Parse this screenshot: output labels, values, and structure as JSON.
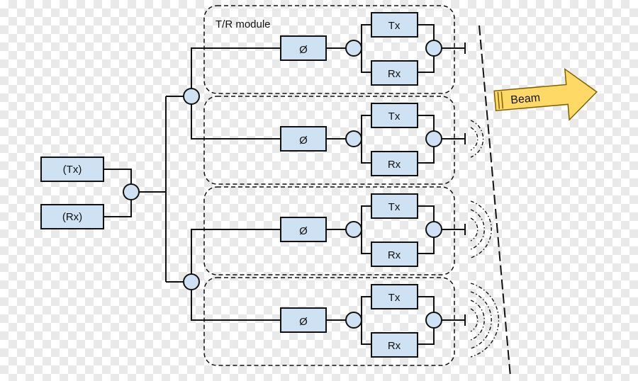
{
  "diagram": {
    "main_tx_label": "(Tx)",
    "main_rx_label": "(Rx)",
    "module_label": "T/R module",
    "phase_shifter_symbol": "Ø",
    "tx_label": "Tx",
    "rx_label": "Rx",
    "beam_label": "Beam",
    "colors": {
      "box_fill": "#cfe2f3",
      "line": "#111111",
      "beam_fill": "#ffd966",
      "beam_stroke": "#7f6000"
    }
  }
}
